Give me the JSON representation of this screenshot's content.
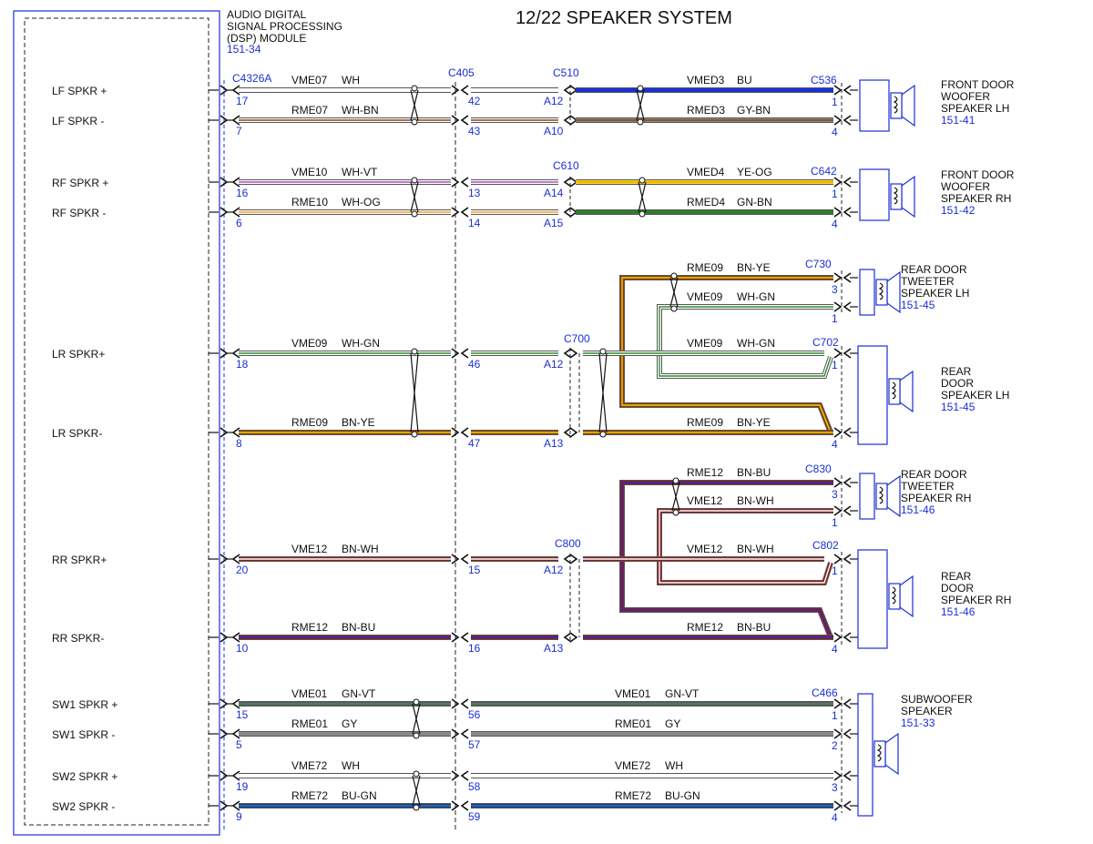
{
  "title": "12/22 SPEAKER SYSTEM",
  "module": {
    "lines": [
      "AUDIO DIGITAL",
      "SIGNAL PROCESSING",
      "(DSP) MODULE"
    ],
    "ref": "151-34",
    "connector": "C4326A",
    "color": "#1a2fd6"
  },
  "inline_connectors": {
    "c405": "C405"
  },
  "pin_labels": [
    {
      "text": "LF SPKR +"
    },
    {
      "text": "LF SPKR -"
    },
    {
      "text": "RF SPKR +"
    },
    {
      "text": "RF SPKR -"
    },
    {
      "text": "LR SPKR+"
    },
    {
      "text": "LR SPKR-"
    },
    {
      "text": "RR SPKR+"
    },
    {
      "text": "RR SPKR-"
    },
    {
      "text": "SW1 SPKR +"
    },
    {
      "text": "SW1 SPKR -"
    },
    {
      "text": "SW2 SPKR +"
    },
    {
      "text": "SW2 SPKR -"
    }
  ],
  "wires_a": [
    {
      "circuit": "VME07",
      "color_code": "WH",
      "dsp_pin": "17",
      "c405_pin": "42",
      "base": "#ffffff",
      "stripe": "#ffffff"
    },
    {
      "circuit": "RME07",
      "color_code": "WH-BN",
      "dsp_pin": "7",
      "c405_pin": "43",
      "base": "#ffffff",
      "stripe": "#8b4513"
    },
    {
      "circuit": "VME10",
      "color_code": "WH-VT",
      "dsp_pin": "16",
      "c405_pin": "13",
      "base": "#ffffff",
      "stripe": "#b050c0"
    },
    {
      "circuit": "RME10",
      "color_code": "WH-OG",
      "dsp_pin": "6",
      "c405_pin": "14",
      "base": "#ffffff",
      "stripe": "#f0a020"
    },
    {
      "circuit": "VME09",
      "color_code": "WH-GN",
      "dsp_pin": "18",
      "c405_pin": "46",
      "base": "#ffffff",
      "stripe": "#2e8b2e"
    },
    {
      "circuit": "RME09",
      "color_code": "BN-YE",
      "dsp_pin": "8",
      "c405_pin": "47",
      "base": "#8b3a10",
      "stripe": "#f5d000"
    },
    {
      "circuit": "VME12",
      "color_code": "BN-WH",
      "dsp_pin": "20",
      "c405_pin": "15",
      "base": "#8b2020",
      "stripe": "#ffffff"
    },
    {
      "circuit": "RME12",
      "color_code": "BN-BU",
      "dsp_pin": "10",
      "c405_pin": "16",
      "base": "#8b2020",
      "stripe": "#2a2acc"
    },
    {
      "circuit": "VME01",
      "color_code": "GN-VT",
      "dsp_pin": "15",
      "c405_pin": "56",
      "base": "#2e7d2e",
      "stripe": "#9050b0"
    },
    {
      "circuit": "RME01",
      "color_code": "GY",
      "dsp_pin": "5",
      "c405_pin": "57",
      "base": "#8a8a8a",
      "stripe": "#8a8a8a"
    },
    {
      "circuit": "VME72",
      "color_code": "WH",
      "dsp_pin": "19",
      "c405_pin": "58",
      "base": "#ffffff",
      "stripe": "#ffffff"
    },
    {
      "circuit": "RME72",
      "color_code": "BU-GN",
      "dsp_pin": "9",
      "c405_pin": "59",
      "base": "#1a2fd6",
      "stripe": "#2e8b2e"
    }
  ],
  "mid_connectors": [
    {
      "name": "C510",
      "pins": [
        "A12",
        "A10"
      ]
    },
    {
      "name": "C610",
      "pins": [
        "A14",
        "A15"
      ]
    },
    {
      "name": "C700",
      "pins": [
        "A12",
        "A13"
      ]
    },
    {
      "name": "C800",
      "pins": [
        "A12",
        "A13"
      ]
    }
  ],
  "wires_b": [
    {
      "circuit": "VMED3",
      "color_code": "BU",
      "base": "#1a2fd6",
      "stripe": "#1a2fd6"
    },
    {
      "circuit": "RMED3",
      "color_code": "GY-BN",
      "base": "#8a8a8a",
      "stripe": "#8b4513"
    },
    {
      "circuit": "VMED4",
      "color_code": "YE-OG",
      "base": "#f5e000",
      "stripe": "#f0a020"
    },
    {
      "circuit": "RMED4",
      "color_code": "GN-BN",
      "base": "#2e7d2e",
      "stripe": "#2e7d2e"
    },
    {
      "circuit": "RME09",
      "color_code": "BN-YE",
      "base": "#8b3a10",
      "stripe": "#f5d000"
    },
    {
      "circuit": "VME09",
      "color_code": "WH-GN",
      "base": "#ffffff",
      "stripe": "#2e8b2e"
    },
    {
      "circuit": "VME09",
      "color_code": "WH-GN",
      "base": "#ffffff",
      "stripe": "#2e8b2e"
    },
    {
      "circuit": "RME09",
      "color_code": "BN-YE",
      "base": "#8b3a10",
      "stripe": "#f5d000"
    },
    {
      "circuit": "RME12",
      "color_code": "BN-BU",
      "base": "#8b2020",
      "stripe": "#2a2acc"
    },
    {
      "circuit": "VME12",
      "color_code": "BN-WH",
      "base": "#8b2020",
      "stripe": "#ffffff"
    },
    {
      "circuit": "VME12",
      "color_code": "BN-WH",
      "base": "#8b2020",
      "stripe": "#ffffff"
    },
    {
      "circuit": "RME12",
      "color_code": "BN-BU",
      "base": "#8b2020",
      "stripe": "#2a2acc"
    },
    {
      "circuit": "VME01",
      "color_code": "GN-VT",
      "base": "#2e7d2e",
      "stripe": "#9050b0"
    },
    {
      "circuit": "RME01",
      "color_code": "GY",
      "base": "#8a8a8a",
      "stripe": "#8a8a8a"
    },
    {
      "circuit": "VME72",
      "color_code": "WH",
      "base": "#ffffff",
      "stripe": "#ffffff"
    },
    {
      "circuit": "RME72",
      "color_code": "BU-GN",
      "base": "#1a2fd6",
      "stripe": "#2e8b2e"
    }
  ],
  "speaker_connectors": [
    {
      "name": "C536",
      "pins": [
        "1",
        "4"
      ]
    },
    {
      "name": "C642",
      "pins": [
        "1",
        "4"
      ]
    },
    {
      "name": "C730",
      "pins": [
        "3",
        "1"
      ]
    },
    {
      "name": "C702",
      "pins": [
        "1",
        "4"
      ]
    },
    {
      "name": "C830",
      "pins": [
        "3",
        "1"
      ]
    },
    {
      "name": "C802",
      "pins": [
        "1",
        "4"
      ]
    },
    {
      "name": "C466",
      "pins": [
        "1",
        "2",
        "3",
        "4"
      ]
    }
  ],
  "speakers": [
    {
      "lines": [
        "FRONT DOOR",
        "WOOFER",
        "SPEAKER LH"
      ],
      "ref": "151-41"
    },
    {
      "lines": [
        "FRONT DOOR",
        "WOOFER",
        "SPEAKER RH"
      ],
      "ref": "151-42"
    },
    {
      "lines": [
        "REAR DOOR",
        "TWEETER",
        "SPEAKER LH"
      ],
      "ref": "151-45"
    },
    {
      "lines": [
        "REAR",
        "DOOR",
        "SPEAKER LH"
      ],
      "ref": "151-45"
    },
    {
      "lines": [
        "REAR DOOR",
        "TWEETER",
        "SPEAKER RH"
      ],
      "ref": "151-46"
    },
    {
      "lines": [
        "REAR",
        "DOOR",
        "SPEAKER RH"
      ],
      "ref": "151-46"
    },
    {
      "lines": [
        "SUBWOOFER",
        "SPEAKER"
      ],
      "ref": "151-33"
    }
  ]
}
